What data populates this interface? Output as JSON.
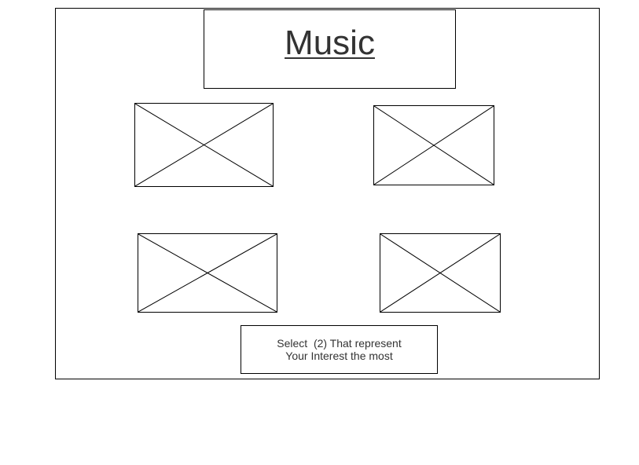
{
  "page": {
    "title": "Music"
  },
  "options": [
    {
      "icon": "image-placeholder-icon"
    },
    {
      "icon": "image-placeholder-icon"
    },
    {
      "icon": "image-placeholder-icon"
    },
    {
      "icon": "image-placeholder-icon"
    }
  ],
  "instruction": {
    "line1": "Select  (2) That represent",
    "line2": "Your Interest the most"
  },
  "colors": {
    "border": "#000000",
    "text": "#333333",
    "background": "#ffffff"
  }
}
